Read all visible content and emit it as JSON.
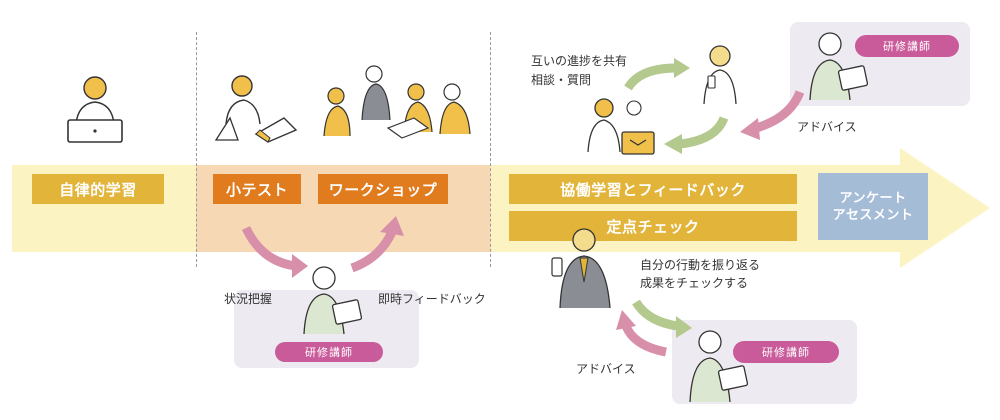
{
  "stages": {
    "self_learning": "自律的学習",
    "quiz": "小テスト",
    "workshop": "ワークショップ",
    "collab": "協働学習とフィードバック",
    "checkpoint": "定点チェック",
    "survey_line1": "アンケート",
    "survey_line2": "アセスメント"
  },
  "annotations": {
    "status_grasp": "状況把握",
    "instant_feedback": "即時フィードバック",
    "share_progress_line1": "互いの進捗を共有",
    "share_progress_line2": "相談・質問",
    "advice_top": "アドバイス",
    "reflect_line1": "自分の行動を振り返る",
    "reflect_line2": "成果をチェックする",
    "advice_bottom": "アドバイス"
  },
  "trainer_badges": {
    "top_right": "研修講師",
    "bottom_left": "研修講師",
    "bottom_right": "研修講師"
  },
  "colors": {
    "band": "#fbf3c1",
    "band_highlight": "#f6d9b4",
    "yellow_box": "#e2b43a",
    "orange_box": "#e07b1e",
    "blue_box": "#a5bcd7",
    "pink_arrow": "#d88fa9",
    "green_arrow": "#b3c98e",
    "badge": "#c95b9a"
  }
}
